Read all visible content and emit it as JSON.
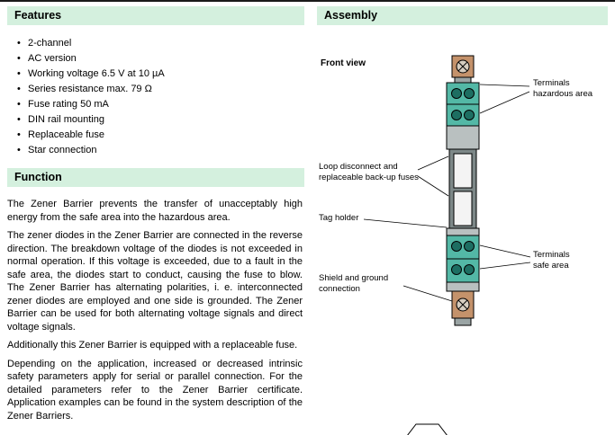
{
  "features": {
    "title": "Features",
    "items": [
      "2-channel",
      "AC version",
      "Working voltage 6.5 V at 10 µA",
      "Series resistance max. 79 Ω",
      "Fuse rating 50 mA",
      "DIN rail mounting",
      "Replaceable fuse",
      "Star connection"
    ]
  },
  "function": {
    "title": "Function",
    "paragraphs": [
      "The Zener Barrier prevents the transfer of unacceptably high energy from the safe area into the hazardous area.",
      "The zener diodes in the Zener Barrier are connected in the reverse direction. The breakdown voltage of the diodes is not exceeded in normal operation. If this voltage is exceeded, due to a fault in the safe area, the diodes start to conduct, causing the fuse to blow. The Zener Barrier has alternating polarities, i. e. interconnected zener diodes are employed and one side is grounded. The Zener Barrier can be used for both alternating voltage signals and direct voltage signals.",
      "Additionally this Zener Barrier is equipped with a replaceable fuse.",
      "Depending on the application, increased or decreased intrinsic safety parameters apply for serial or parallel connection. For the detailed parameters refer to the Zener Barrier certificate. Application examples can be found in the system description of the Zener Barriers."
    ]
  },
  "assembly": {
    "title": "Assembly",
    "front_view_label": "Front view",
    "callouts": [
      {
        "label": "Terminals\nhazardous area"
      },
      {
        "label": "Loop disconnect and\nreplaceable back-up fuses"
      },
      {
        "label": "Tag holder"
      },
      {
        "label": "Terminals\nsafe area"
      },
      {
        "label": "Shield and ground\nconnection"
      }
    ],
    "colors": {
      "header_bg": "#d4f0de",
      "device_body": "#53b8a6",
      "device_terminal": "#1d6e62",
      "device_clamp": "#c4926b",
      "device_gray": "#b9c0c0",
      "fuse_frame": "#7d8888",
      "fuse_body": "#f4f4f4"
    }
  }
}
